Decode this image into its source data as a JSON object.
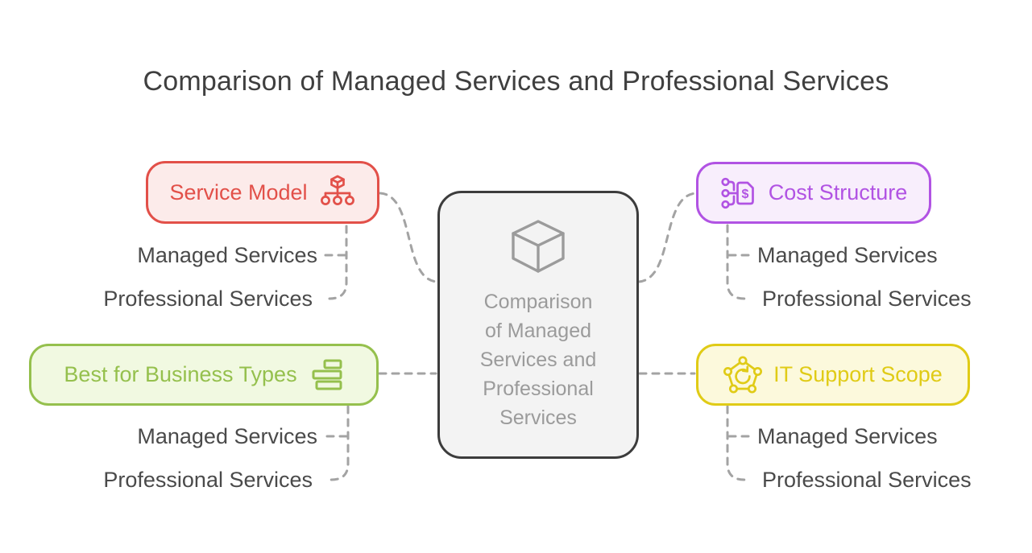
{
  "title": "Comparison of Managed Services and Professional Services",
  "title_color": "#3F3F3F",
  "background": "#FFFFFF",
  "connector_color": "#A3A3A3",
  "child_label_color": "#4A4A4A",
  "center": {
    "label": "Comparison of Managed Services and Professional Services",
    "lines": [
      "Comparison",
      "of Managed",
      "Services and",
      "Professional",
      "Services"
    ],
    "icon": "open-cube-icon",
    "bg": "#F3F3F3",
    "border": "#3C3C3C",
    "text_color": "#9B9B9B"
  },
  "branches": [
    {
      "label": "Service Model",
      "icon": "cube-hierarchy-icon",
      "accent": "#E25049",
      "bg": "#FCEBEA",
      "children": [
        "Managed Services",
        "Professional Services"
      ]
    },
    {
      "label": "Cost Structure",
      "icon": "price-tag-flow-icon",
      "accent": "#B153E3",
      "bg": "#F8EEFC",
      "children": [
        "Managed Services",
        "Professional Services"
      ]
    },
    {
      "label": "Best for Business Types",
      "icon": "stacked-bars-icon",
      "accent": "#95C04D",
      "bg": "#F1F9E1",
      "children": [
        "Managed Services",
        "Professional Services"
      ]
    },
    {
      "label": "IT Support Scope",
      "icon": "pentagon-network-refresh-icon",
      "accent": "#E0CB16",
      "bg": "#FCF9DC",
      "children": [
        "Managed Services",
        "Professional Services"
      ]
    }
  ]
}
